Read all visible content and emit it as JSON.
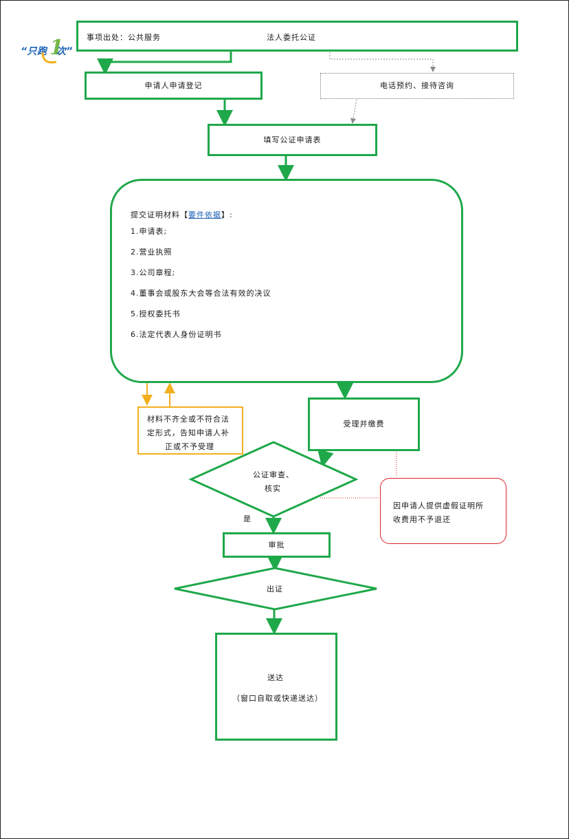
{
  "header": {
    "logo_text_left": "“只跑",
    "logo_number": "1",
    "logo_text_right": "次”",
    "source_label": "事项出处：公共服务",
    "item_name": "法人委托公证"
  },
  "steps": {
    "apply_register": "申请人申请登记",
    "phone_booking": "电话预约、接待咨询",
    "fill_form": "填写公证申请表",
    "submit_title_prefix": "提交证明材料【",
    "submit_title_link": "要件依据",
    "submit_title_suffix": "】:",
    "materials": [
      "1.申请表;",
      "2.营业执照",
      "3.公司章程;",
      "4.董事会或股东大会等合法有效的决议",
      "5.授权委托书",
      "6.法定代表人身份证明书"
    ],
    "incomplete_notice": [
      "材料不齐全或不符合法",
      "定形式，告知申请人补",
      "正或不予受理"
    ],
    "accept_pay": "受理并缴费",
    "review_line1": "公证审查、",
    "review_line2": "核实",
    "yes_label": "是",
    "false_proof_line1": "因申请人提供虚假证明所",
    "false_proof_line2": "收费用不予退还",
    "approve": "审批",
    "issue": "出证",
    "deliver_title": "送达",
    "deliver_note": "（窗口自取或快递送达）"
  },
  "colors": {
    "flow_green": "#1fa84a",
    "dotted_gray": "#777777",
    "warning_yellow": "#f2b01e",
    "alert_red": "#d8232a",
    "logo_blue": "#1b63b6",
    "logo_green": "#74b648"
  }
}
